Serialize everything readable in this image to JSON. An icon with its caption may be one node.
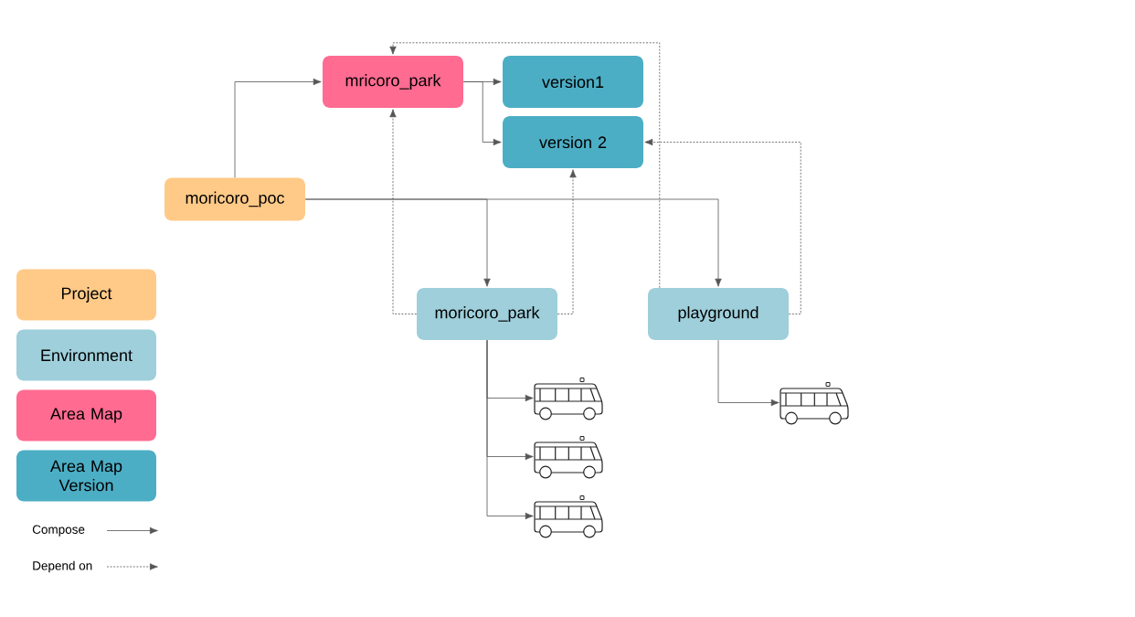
{
  "diagram": {
    "nodes": [
      {
        "text": [
          "mricoro_park"
        ]
      },
      {
        "text": [
          "version1"
        ]
      },
      {
        "text": [
          "version 2"
        ]
      },
      {
        "text": [
          "moricoro_poc"
        ]
      },
      {
        "text": [
          "moricoro_park"
        ]
      },
      {
        "text": [
          "playground"
        ]
      },
      {
        "text": [],
        "shape": "bus"
      },
      {
        "text": [],
        "shape": "bus"
      },
      {
        "text": [],
        "shape": "bus"
      },
      {
        "text": [],
        "shape": "bus"
      }
    ],
    "edges": [
      {
        "from": 3,
        "to": 0,
        "arrow": "to"
      },
      {
        "from": 0,
        "to": 1,
        "arrow": "to"
      },
      {
        "from": 0,
        "to": 2,
        "arrow": "to"
      },
      {
        "from": 3,
        "to": 4,
        "arrow": "to"
      },
      {
        "from": 3,
        "to": 5,
        "arrow": "to"
      },
      {
        "from": 4,
        "to": 6,
        "arrow": "to"
      },
      {
        "from": 4,
        "to": 7,
        "arrow": "to"
      },
      {
        "from": 4,
        "to": 8,
        "arrow": "to"
      },
      {
        "from": 5,
        "to": 9,
        "arrow": "to"
      },
      {
        "from": 4,
        "to": 0,
        "arrow": "to",
        "style": "dashed"
      },
      {
        "from": 4,
        "to": 2,
        "arrow": "to",
        "style": "dashed"
      },
      {
        "from": 5,
        "to": 0,
        "arrow": "to",
        "style": "dashed"
      },
      {
        "from": 5,
        "to": 2,
        "arrow": "to",
        "style": "dashed"
      }
    ],
    "legend": [
      {
        "text": "Project",
        "color": "#ffca88"
      },
      {
        "text": "Environment",
        "color": "#9ecfdb"
      },
      {
        "text": "Area Map",
        "color": "#ff6b91"
      },
      {
        "text": "Area Map Version",
        "color": "#4caec5"
      },
      {
        "text": "Compose"
      },
      {
        "text": "Depend on"
      }
    ]
  }
}
